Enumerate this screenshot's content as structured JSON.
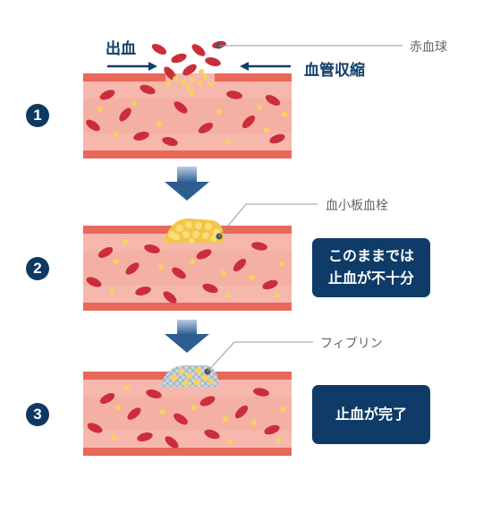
{
  "steps": [
    "1",
    "2",
    "3"
  ],
  "labels": {
    "bleeding": "出血",
    "vasoconstriction": "血管収縮",
    "red_blood_cell": "赤血球",
    "platelet_plug": "血小板血栓",
    "fibrin": "フィブリン"
  },
  "boxes": {
    "insufficient_line1": "このままでは",
    "insufficient_line2": "止血が不十分",
    "complete": "止血が完了"
  },
  "colors": {
    "navy": "#0d3a63",
    "vessel_wall": "#e8685a",
    "vessel_lumen": "#f6b8ad",
    "red_cell": "#cc2d3a",
    "platelet": "#f7d25c",
    "arrow": "#2f5f93"
  }
}
